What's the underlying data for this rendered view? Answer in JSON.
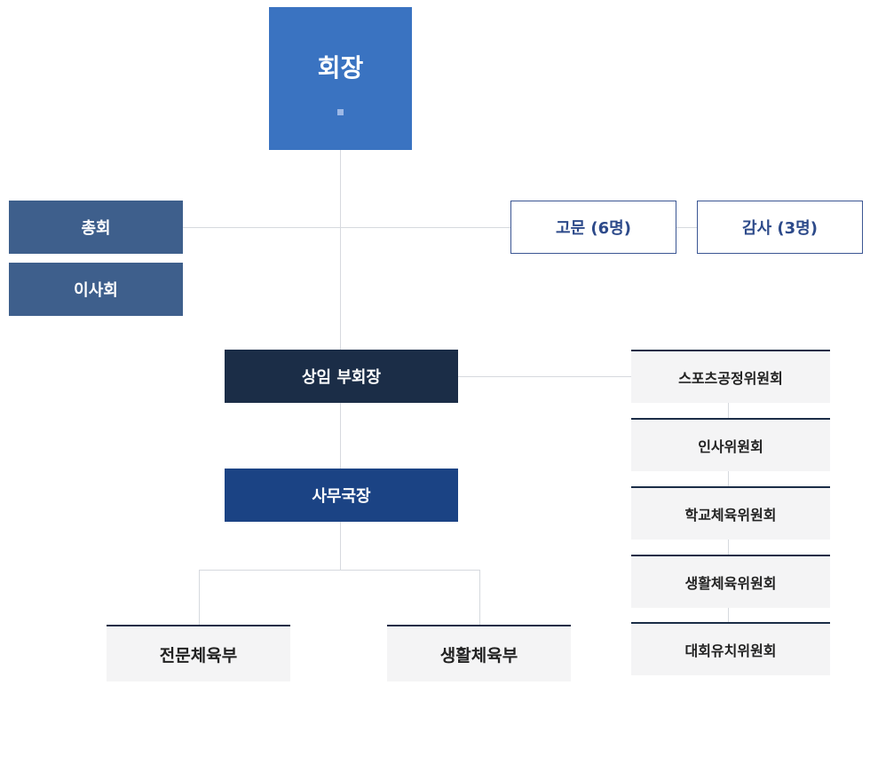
{
  "president": {
    "label": "회장"
  },
  "general_assembly": "총회",
  "board": "이사회",
  "advisors": "고문 (6명)",
  "auditors": "감사 (3명)",
  "vice_president": "상임 부회장",
  "secretary_general": "사무국장",
  "departments": [
    "전문체육부",
    "생활체육부"
  ],
  "committees": [
    "스포츠공정위원회",
    "인사위원회",
    "학교체육위원회",
    "생활체육위원회",
    "대회유치위원회"
  ]
}
